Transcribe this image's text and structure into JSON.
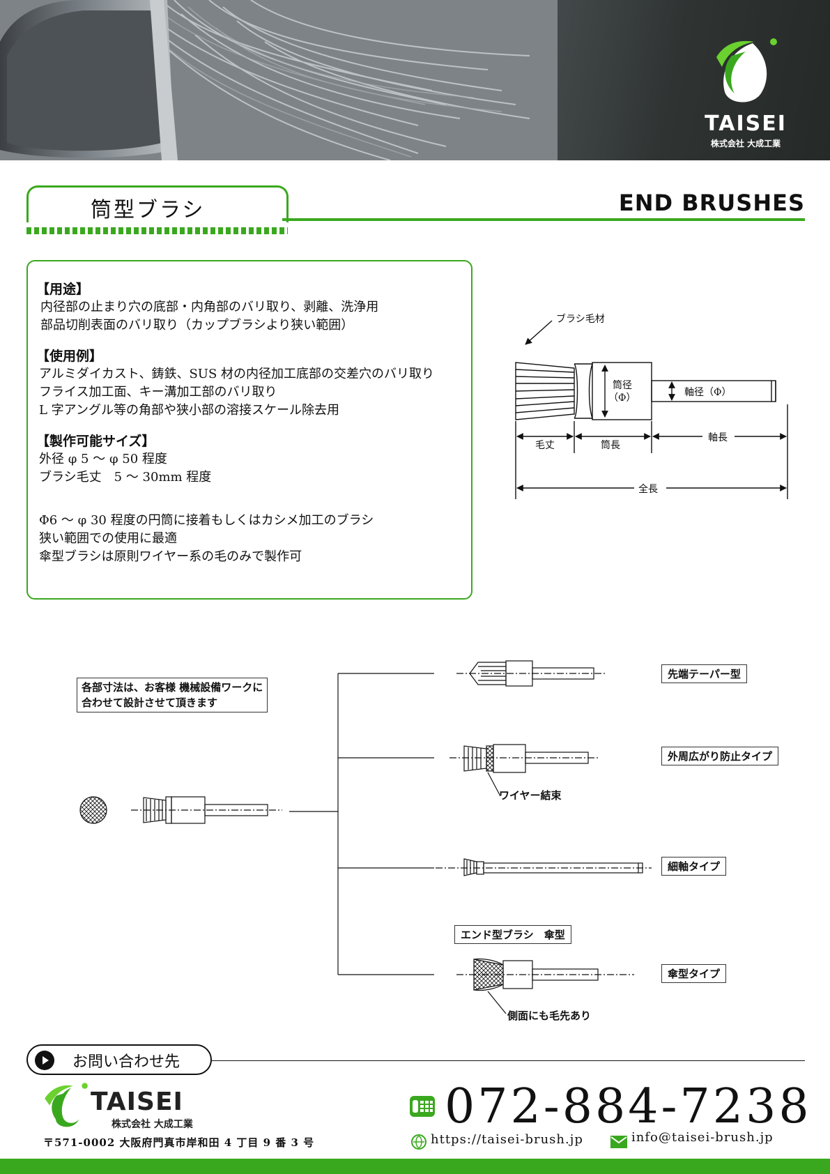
{
  "header": {
    "brand": "TAISEI",
    "company": "株式会社 大成工業",
    "brand_color": "#3aa81e"
  },
  "title": {
    "jp": "筒型ブラシ",
    "en": "END BRUSHES"
  },
  "info": {
    "usage_heading": "【用途】",
    "usage_lines": [
      "内径部の止まり穴の底部・内角部のバリ取り、剥離、洗浄用",
      "部品切削表面のバリ取り（カップブラシより狭い範囲）"
    ],
    "example_heading": "【使用例】",
    "example_lines": [
      "アルミダイカスト、鋳鉄、SUS 材の内径加工底部の交差穴のバリ取り",
      "フライス加工面、キー溝加工部のバリ取り",
      "L 字アングル等の角部や狭小部の溶接スケール除去用"
    ],
    "size_heading": "【製作可能サイズ】",
    "size_lines": [
      "外径 φ 5 〜 φ 50 程度",
      "ブラシ毛丈　5 〜 30mm 程度"
    ],
    "note_lines": [
      "Φ6 〜 φ 30 程度の円筒に接着もしくはカシメ加工のブラシ",
      "狭い範囲での使用に最適",
      "傘型ブラシは原則ワイヤー系の毛のみで製作可"
    ]
  },
  "diagram": {
    "bristle_material": "ブラシ毛材",
    "tube_dia_1": "筒径",
    "tube_dia_2": "（Φ）",
    "shaft_dia": "軸径（Φ）",
    "bristle_len": "毛丈",
    "tube_len": "筒長",
    "shaft_len": "軸長",
    "total_len": "全長"
  },
  "variants": {
    "note_1": "各部寸法は、お客様 機械設備ワークに",
    "note_2": "合わせて設計させて頂きます",
    "taper": "先端テーパー型",
    "anti_spread": "外周広がり防止タイプ",
    "wire_bind": "ワイヤー結束",
    "thin_shaft": "細軸タイプ",
    "umbrella_group": "エンド型ブラシ　傘型",
    "umbrella": "傘型タイプ",
    "side_tips": "側面にも毛先あり"
  },
  "contact": {
    "label": "お問い合わせ先",
    "brand": "TAISEI",
    "company": "株式会社 大成工業",
    "address": "〒571-0002 大阪府門真市岸和田 4 丁目 9 番 3 号",
    "phone": "072-884-7238",
    "web": "https://taisei-brush.jp",
    "email": "info@taisei-brush.jp"
  }
}
